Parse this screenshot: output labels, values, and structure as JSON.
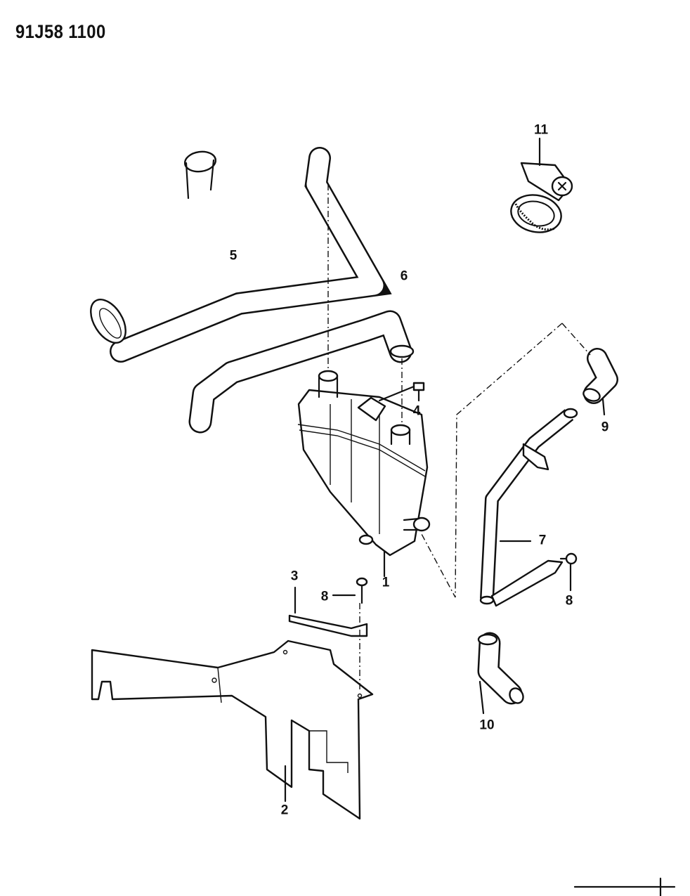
{
  "document_id": "91J58 1100",
  "callouts": [
    {
      "name": "callout-1",
      "label": "1"
    },
    {
      "name": "callout-2",
      "label": "2"
    },
    {
      "name": "callout-3",
      "label": "3"
    },
    {
      "name": "callout-4",
      "label": "4"
    },
    {
      "name": "callout-5",
      "label": "5"
    },
    {
      "name": "callout-6",
      "label": "6"
    },
    {
      "name": "callout-7",
      "label": "7"
    },
    {
      "name": "callout-8-left",
      "label": "8"
    },
    {
      "name": "callout-8-right",
      "label": "8"
    },
    {
      "name": "callout-9",
      "label": "9"
    },
    {
      "name": "callout-10",
      "label": "10"
    },
    {
      "name": "callout-11",
      "label": "11"
    }
  ]
}
